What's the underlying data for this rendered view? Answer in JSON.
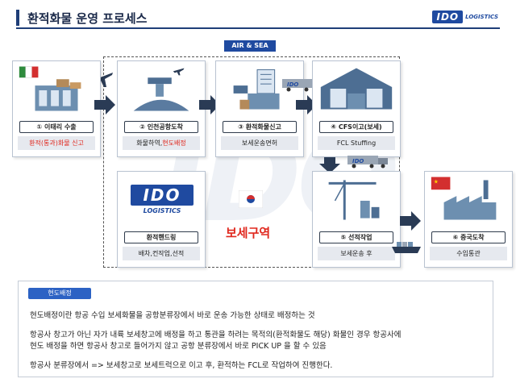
{
  "header": {
    "title": "환적화물 운영 프로세스",
    "logo_main": "IDO",
    "logo_sub": "LOGISTICS"
  },
  "diagram": {
    "air_sea_label": "AIR & SEA",
    "bonded_zone_label": "보세구역",
    "center_logo_main": "IDO",
    "center_logo_sub": "LOGISTICS",
    "truck_label": "IDO",
    "steps": [
      {
        "label": "① 이태리 수출",
        "sub": "환적(통과)화물 신고"
      },
      {
        "label": "② 인천공항도착",
        "sub_a": "화물하역,",
        "sub_b": "현도배정"
      },
      {
        "label": "③ 환적화물신고",
        "sub": "보세운송면허"
      },
      {
        "label": "④ CFS이고(보세)",
        "sub": "FCL Stuffing"
      },
      {
        "label": "환적핸드링",
        "sub": "배차,컨작업,선적"
      },
      {
        "label": "⑤ 선적작업",
        "sub": "보세운송 후"
      },
      {
        "label": "⑥ 중국도착",
        "sub": "수입통관"
      }
    ]
  },
  "note": {
    "tag": "현도배정",
    "line1": "현도배정이란 항공 수입 보세화물을 공항분류장에서 바로 운송 가능한 상태로 배정하는 것",
    "line2": "항공사 창고가 아닌 자가 내륙 보세창고에 배정을 하고 통관을 하려는 목적의(환적화물도 해당) 화물인 경우 항공사에",
    "line3": "현도 배정을 하면 항공사 창고로 들어가지 않고 공항 분류장에서 바로 PICK UP 을 할 수 있음",
    "line4": "항공사 분류장에서 => 보세창고로 보세트럭으로 이고 후, 환적하는 FCL로 작업하여 진행한다."
  },
  "colors": {
    "navy": "#1f3e78",
    "brand_blue": "#1f4aa0",
    "red": "#e0281e",
    "tag_blue": "#2c62c4"
  }
}
